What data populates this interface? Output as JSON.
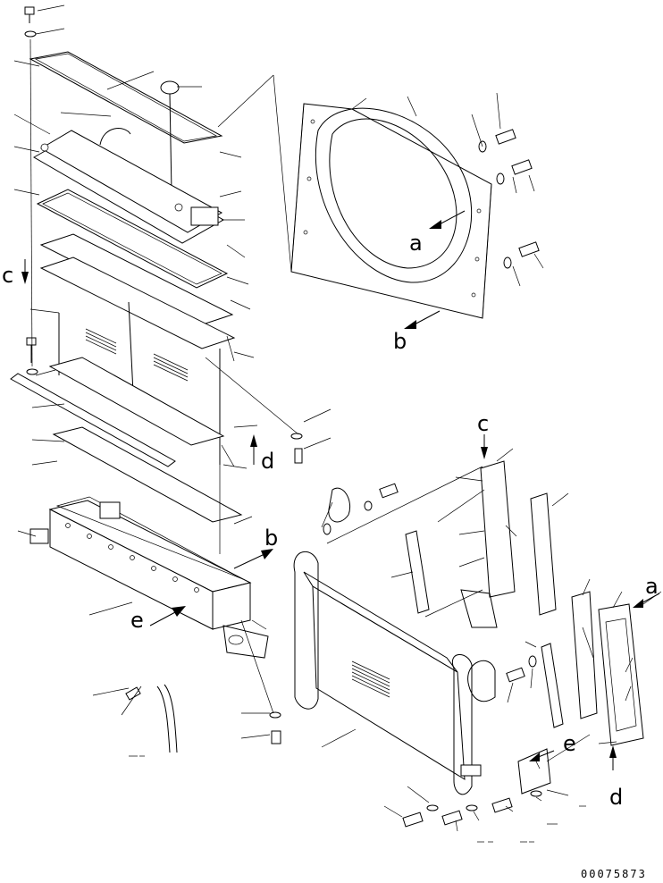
{
  "diagram": {
    "view_labels": {
      "a_left": "a",
      "b_left": "b",
      "c_left": "c",
      "d_left": "d",
      "e_left": "e",
      "c_right": "c",
      "a_right": "a",
      "e_right": "e",
      "d_right": "d"
    },
    "reference_number": "00075873"
  }
}
